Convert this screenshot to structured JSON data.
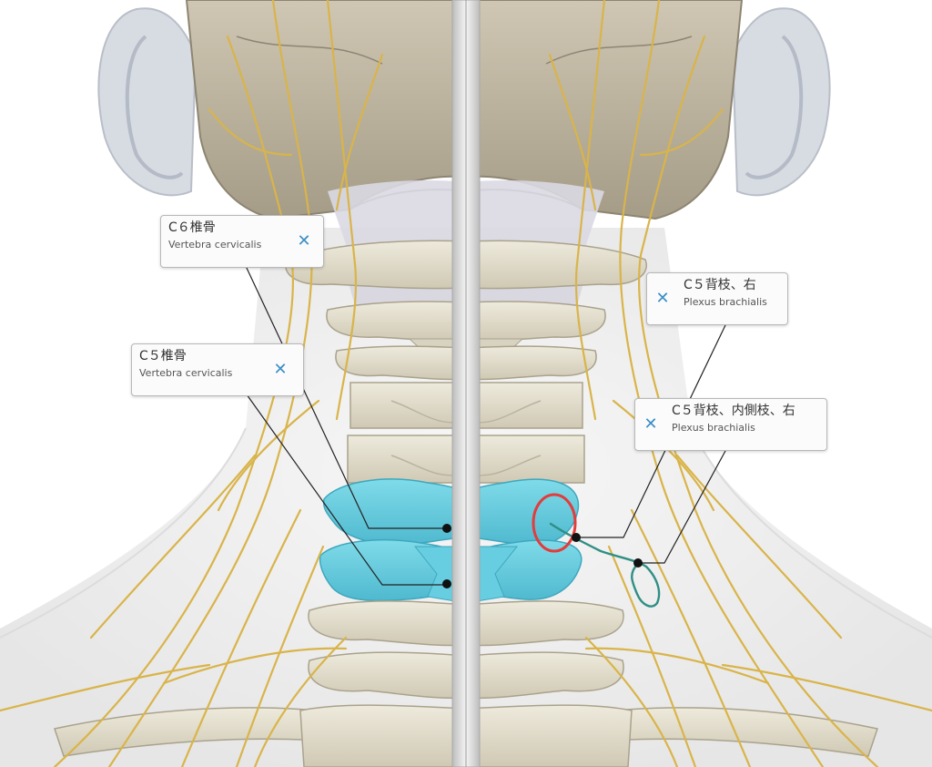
{
  "labels": [
    {
      "id": "c6",
      "title": "C６椎骨",
      "subtitle": "Vertebra cervicalis",
      "close_glyph": "✕"
    },
    {
      "id": "c5",
      "title": "C５椎骨",
      "subtitle": "Vertebra cervicalis",
      "close_glyph": "✕"
    },
    {
      "id": "c5-dorsal",
      "title": "C５背枝、右",
      "subtitle": "Plexus brachialis",
      "close_glyph": "✕"
    },
    {
      "id": "c5-medial",
      "title": "C５背枝、内側枝、右",
      "subtitle": "Plexus brachialis",
      "close_glyph": "✕"
    }
  ],
  "colors": {
    "highlight_bone": "#6fd0e0",
    "bone": "#e4e0d0",
    "nerve": "#d9b44a",
    "selected_nerve": "#2f8f84",
    "circle_marker": "#e23c3c",
    "close_icon": "#3a8fc6"
  }
}
